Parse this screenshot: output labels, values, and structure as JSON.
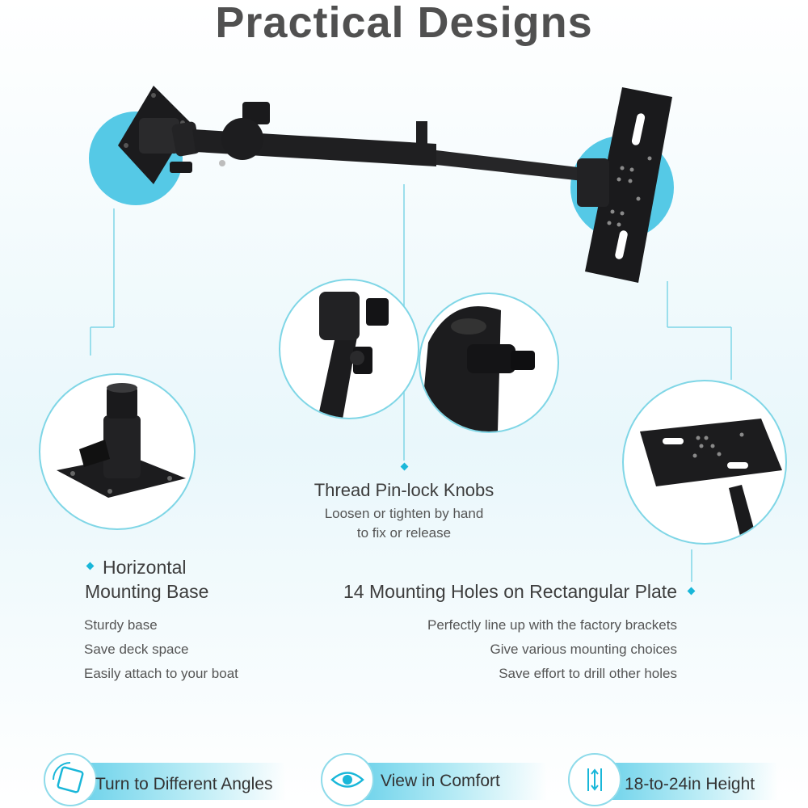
{
  "title": "Practical Designs",
  "colors": {
    "accent": "#19b7d9",
    "accent_light": "#7fd6e6",
    "metal": "#1d1d1f"
  },
  "callouts": {
    "base": {
      "title_line1": "Horizontal",
      "title_line2": "Mounting Base",
      "points": [
        "Sturdy base",
        "Save deck space",
        "Easily attach to your boat"
      ]
    },
    "knobs": {
      "title": "Thread Pin-lock Knobs",
      "points": [
        "Loosen or tighten by hand",
        "to fix or release"
      ]
    },
    "plate": {
      "title": "14 Mounting Holes on Rectangular Plate",
      "points": [
        "Perfectly line up with the factory brackets",
        "Give various mounting choices",
        "Save effort to drill other holes"
      ]
    }
  },
  "features": [
    {
      "icon": "rotate-square-icon",
      "label": "Turn to Different Angles"
    },
    {
      "icon": "eye-icon",
      "label": "View in Comfort"
    },
    {
      "icon": "height-arrows-icon",
      "label": "18-to-24in Height"
    }
  ]
}
